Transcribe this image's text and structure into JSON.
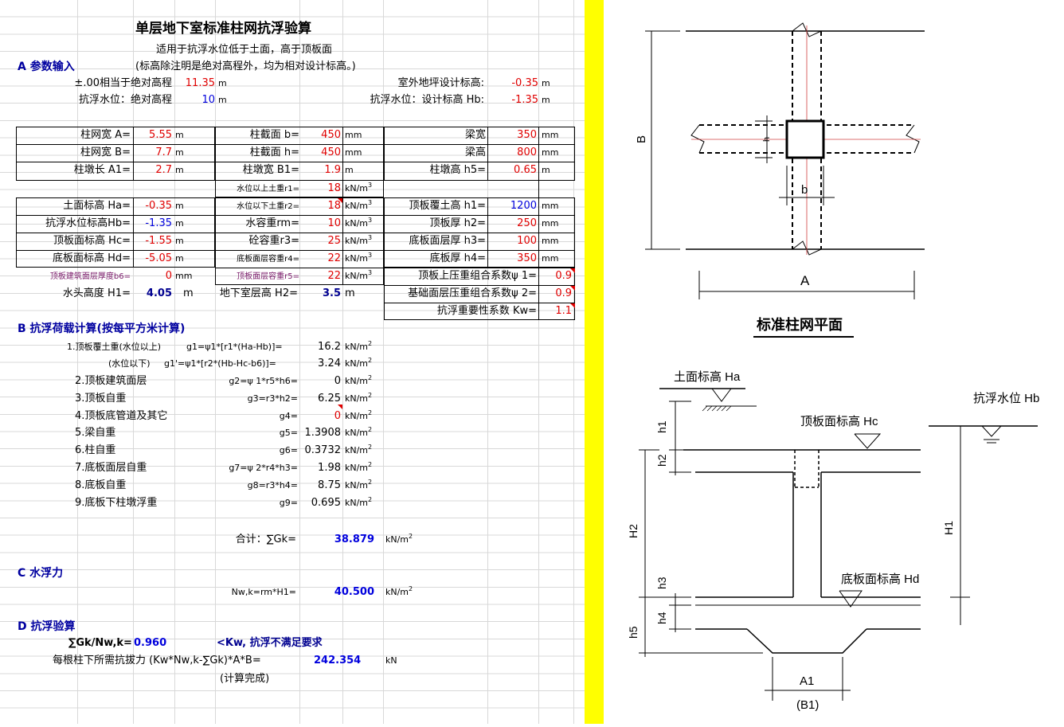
{
  "title": "单层地下室标准柱网抗浮验算",
  "subtitle1": "适用于抗浮水位低于土面，高于顶板面",
  "subtitle2": "(标高除注明是绝对高程外，均为相对设计标高。)",
  "sectionA": "A 参数输入",
  "sectionB": "B 抗浮荷载计算(按每平方米计算)",
  "sectionC": "C 水浮力",
  "sectionD": "D 抗浮验算",
  "top": {
    "abs_label": "±.00相当于绝对高程",
    "abs_value": "11.35",
    "abs_unit": "m",
    "ground_label": "室外地坪设计标高:",
    "ground_value": "-0.35",
    "ground_unit": "m",
    "water_abs_label": "抗浮水位：绝对高程",
    "water_abs_value": "10",
    "water_abs_unit": "m",
    "water_design_label": "抗浮水位：设计标高 Hb:",
    "water_design_value": "-1.35",
    "water_design_unit": "m"
  },
  "params": {
    "A_label": "柱网宽 A=",
    "A_value": "5.55",
    "A_unit": "m",
    "B_label": "柱网宽 B=",
    "B_value": "7.7",
    "B_unit": "m",
    "A1_label": "柱墩长 A1=",
    "A1_value": "2.7",
    "A1_unit": "m",
    "b_label": "柱截面 b=",
    "b_value": "450",
    "b_unit": "mm",
    "h_label": "柱截面 h=",
    "h_value": "450",
    "h_unit": "mm",
    "B1_label": "柱墩宽 B1=",
    "B1_value": "1.9",
    "B1_unit": "m",
    "beam_w_label": "梁宽",
    "beam_w_value": "350",
    "beam_w_unit": "mm",
    "beam_h_label": "梁高",
    "beam_h_value": "800",
    "beam_h_unit": "mm",
    "h5_label": "柱墩高 h5=",
    "h5_value": "0.65",
    "h5_unit": "m",
    "r1_label": "水位以上土重r1=",
    "r1_value": "18",
    "r1_unit": "kN/m",
    "Ha_label": "土面标高 Ha=",
    "Ha_value": "-0.35",
    "Ha_unit": "m",
    "Hb_label": "抗浮水位标高Hb=",
    "Hb_value": "-1.35",
    "Hb_unit": "m",
    "Hc_label": "顶板面标高 Hc=",
    "Hc_value": "-1.55",
    "Hc_unit": "m",
    "Hd_label": "底板面标高 Hd=",
    "Hd_value": "-5.05",
    "Hd_unit": "m",
    "b6_label": "顶板建筑面层厚度b6=",
    "b6_value": "0",
    "b6_unit": "mm",
    "r2_label": "水位以下土重r2=",
    "r2_value": "18",
    "r2_unit": "kN/m",
    "rm_label": "水容重rm=",
    "rm_value": "10",
    "rm_unit": "kN/m",
    "r3_label": "砼容重r3=",
    "r3_value": "25",
    "r3_unit": "kN/m",
    "r4_label": "底板面层容重r4=",
    "r4_value": "22",
    "r4_unit": "kN/m",
    "r5_label": "顶板面层容重r5=",
    "r5_value": "22",
    "r5_unit": "kN/m",
    "h1_label": "顶板覆土高 h1=",
    "h1_value": "1200",
    "h1_unit": "mm",
    "h2_label": "顶板厚 h2=",
    "h2_value": "250",
    "h2_unit": "mm",
    "h3_label": "底板面层厚 h3=",
    "h3_value": "100",
    "h3_unit": "mm",
    "h4_label": "底板厚 h4=",
    "h4_value": "350",
    "h4_unit": "mm",
    "psi1_label": "顶板上压重组合系数ψ 1=",
    "psi1_value": "0.9",
    "psi2_label": "基础面层压重组合系数ψ 2=",
    "psi2_value": "0.9",
    "kw_label": "抗浮重要性系数 Kw=",
    "kw_value": "1.1",
    "H1_label": "水头高度 H1=",
    "H1_value": "4.05",
    "H1_unit": "m",
    "H2_label": "地下室层高 H2=",
    "H2_value": "3.5",
    "H2_unit": "m"
  },
  "loads": [
    {
      "name": "1.顶板覆土重(水位以上)",
      "formula": "g1=ψ1*[r1*(Ha-Hb)]=",
      "value": "16.2",
      "unit": "kN/m"
    },
    {
      "name": "(水位以下)",
      "formula": "g1'=ψ1*[r2*(Hb-Hc-b6)]=",
      "value": "3.24",
      "unit": "kN/m"
    },
    {
      "name": "2.顶板建筑面层",
      "formula": "g2=ψ 1*r5*h6=",
      "value": "0",
      "unit": "kN/m"
    },
    {
      "name": "3.顶板自重",
      "formula": "g3=r3*h2=",
      "value": "6.25",
      "unit": "kN/m"
    },
    {
      "name": "4.顶板底管道及其它",
      "formula": "g4=",
      "value": "0",
      "unit": "kN/m"
    },
    {
      "name": "5.梁自重",
      "formula": "g5=",
      "value": "1.3908",
      "unit": "kN/m"
    },
    {
      "name": "6.柱自重",
      "formula": "g6=",
      "value": "0.3732",
      "unit": "kN/m"
    },
    {
      "name": "7.底板面层自重",
      "formula": "g7=ψ 2*r4*h3=",
      "value": "1.98",
      "unit": "kN/m"
    },
    {
      "name": "8.底板自重",
      "formula": "g8=r3*h4=",
      "value": "8.75",
      "unit": "kN/m"
    },
    {
      "name": "9.底板下柱墩浮重",
      "formula": "g9=",
      "value": "0.695",
      "unit": "kN/m"
    }
  ],
  "sum": {
    "label": "合计：∑Gk=",
    "value": "38.879",
    "unit": "kN/m"
  },
  "buoyancy": {
    "label": "Nw,k=rm*H1=",
    "value": "40.500",
    "unit": "kN/m"
  },
  "check": {
    "ratio_label": "∑Gk/Nw,k=",
    "ratio_value": "0.960",
    "result": "<Kw, 抗浮不满足要求",
    "pull_label": "每根柱下所需抗拔力 (Kw*Nw,k-∑Gk)*A*B=",
    "pull_value": "242.354",
    "pull_unit": "kN",
    "done": "(计算完成)"
  },
  "drawing": {
    "plan_title": "标准柱网平面",
    "label_A": "A",
    "label_B": "B",
    "label_b": "b",
    "label_h": "h",
    "ground_label": "土面标高 Ha",
    "water_label": "抗浮水位 Hb",
    "top_slab_label": "顶板面标高 Hc",
    "bottom_slab_label": "底板面标高 Hd",
    "dim_h1": "h1",
    "dim_h2": "h2",
    "dim_H2": "H2",
    "dim_h3": "h3",
    "dim_h4": "h4",
    "dim_h5": "h5",
    "dim_H1": "H1",
    "dim_A1": "A1",
    "dim_B1": "(B1)"
  }
}
